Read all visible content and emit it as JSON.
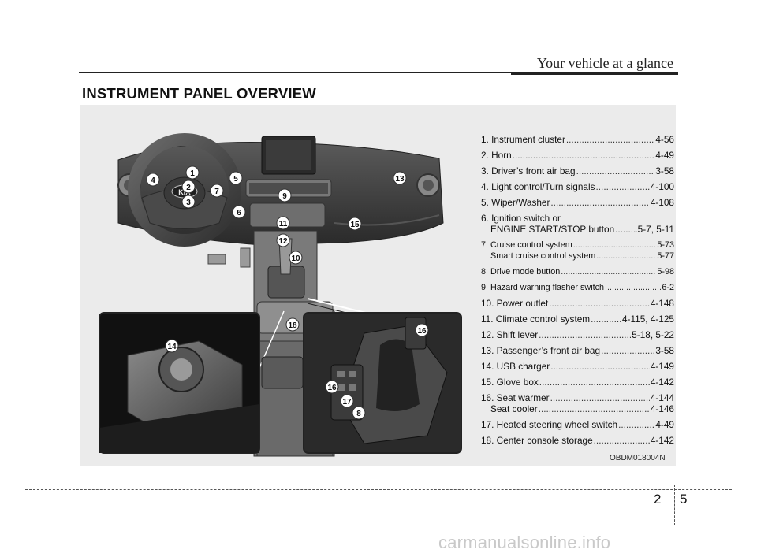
{
  "header": {
    "running_title": "Your vehicle at a glance"
  },
  "section": {
    "title": "INSTRUMENT PANEL OVERVIEW"
  },
  "figure": {
    "code": "OBDM018004N",
    "callouts": [
      "1",
      "2",
      "3",
      "4",
      "5",
      "6",
      "7",
      "8",
      "9",
      "10",
      "11",
      "12",
      "13",
      "14",
      "15",
      "16",
      "17",
      "18"
    ],
    "badge": "KIA"
  },
  "items": [
    {
      "lines": [
        {
          "label": "1. Instrument cluster",
          "page": "4-56"
        }
      ]
    },
    {
      "lines": [
        {
          "label": "2. Horn",
          "page": "4-49"
        }
      ]
    },
    {
      "lines": [
        {
          "label": "3. Driver’s front air bag",
          "page": "3-58"
        }
      ]
    },
    {
      "lines": [
        {
          "label": "4. Light control/Turn signals",
          "page": "4-100"
        }
      ]
    },
    {
      "lines": [
        {
          "label": "5. Wiper/Washer",
          "page": "4-108"
        }
      ]
    },
    {
      "lines": [
        {
          "label": "6. Ignition switch or",
          "page": ""
        },
        {
          "label": "ENGINE START/STOP button",
          "page": "5-7, 5-11"
        }
      ]
    },
    {
      "small": true,
      "lines": [
        {
          "label": "7. Cruise control system",
          "page": "5-73"
        },
        {
          "label": "Smart cruise control system",
          "page": "5-77"
        }
      ]
    },
    {
      "small": true,
      "lines": [
        {
          "label": "8. Drive mode button",
          "page": "5-98"
        }
      ]
    },
    {
      "small": true,
      "lines": [
        {
          "label": "9. Hazard warning flasher switch",
          "page": "6-2"
        }
      ]
    },
    {
      "lines": [
        {
          "label": "10. Power outlet",
          "page": "4-148"
        }
      ]
    },
    {
      "lines": [
        {
          "label": "11. Climate control system",
          "page": "4-115, 4-125"
        }
      ]
    },
    {
      "lines": [
        {
          "label": "12. Shift lever",
          "page": "5-18, 5-22"
        }
      ]
    },
    {
      "lines": [
        {
          "label": "13. Passenger’s front air bag",
          "page": "3-58"
        }
      ]
    },
    {
      "lines": [
        {
          "label": "14. USB charger",
          "page": "4-149"
        }
      ]
    },
    {
      "lines": [
        {
          "label": "15. Glove box",
          "page": "4-142"
        }
      ]
    },
    {
      "lines": [
        {
          "label": "16. Seat warmer",
          "page": "4-144"
        },
        {
          "label": "Seat cooler",
          "page": "4-146"
        }
      ]
    },
    {
      "lines": [
        {
          "label": "17. Heated steering wheel switch",
          "page": "4-49"
        }
      ]
    },
    {
      "lines": [
        {
          "label": "18. Center console storage",
          "page": "4-142"
        }
      ]
    }
  ],
  "footer": {
    "chapter": "2",
    "page": "5"
  },
  "watermark": "carmanualsonline.info"
}
